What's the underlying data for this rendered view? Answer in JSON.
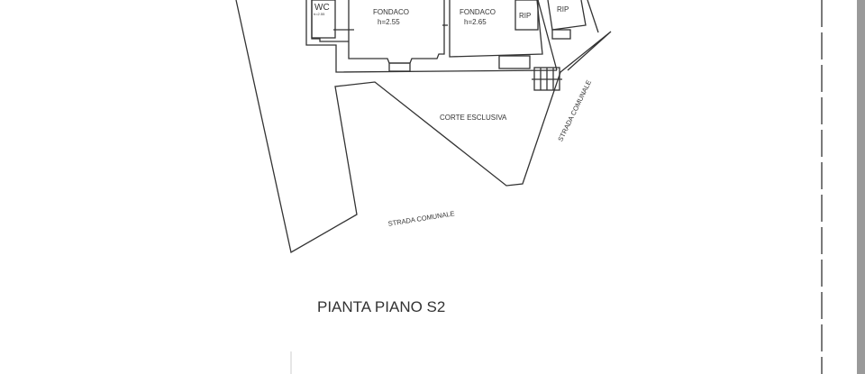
{
  "plan": {
    "title": "PIANTA PIANO S2",
    "rooms": [
      {
        "name": "WC",
        "height": "h=2.55"
      },
      {
        "name": "FONDACO",
        "height": "h=2.55"
      },
      {
        "name": "FONDACO",
        "height": "h=2.65"
      },
      {
        "name": "RIP"
      },
      {
        "name": "RIP"
      }
    ],
    "labels": {
      "court": "CORTE ESCLUSIVA",
      "road_right": "STRADA COMUNALE",
      "road_bottom": "STRADA COMUNALE"
    }
  }
}
